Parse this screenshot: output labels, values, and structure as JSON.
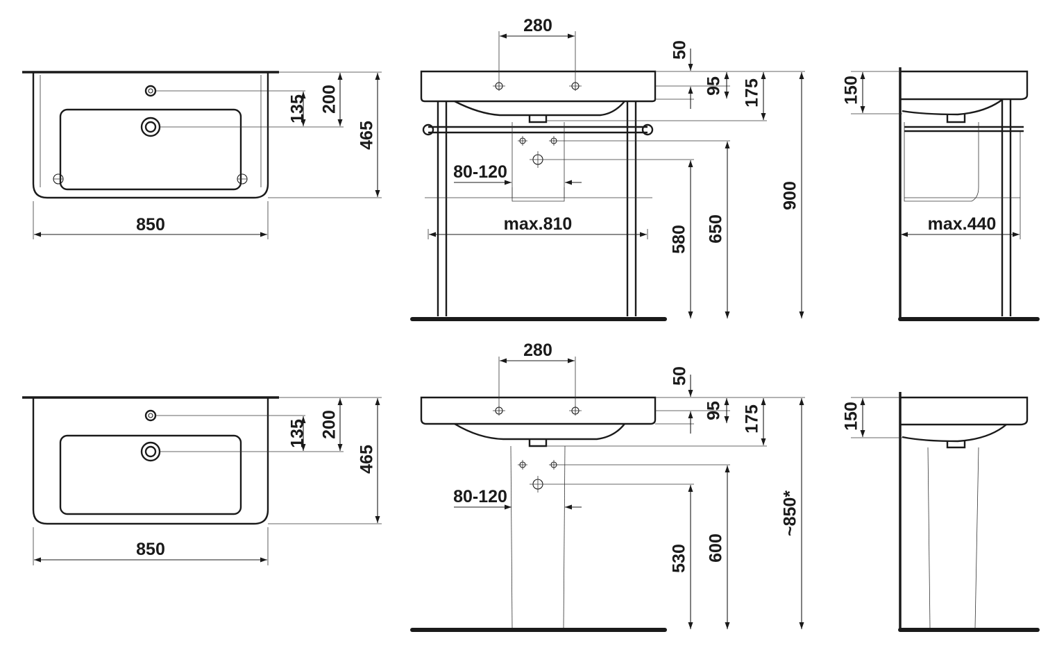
{
  "labels": {
    "top_width_hole_spacing": "280",
    "top_d50": "50",
    "top_d95": "95",
    "top_d175": "175",
    "top_d150": "150",
    "top_plan_135": "135",
    "top_plan_200": "200",
    "top_plan_465": "465",
    "top_plan_850": "850",
    "top_waste_range": "80-120",
    "top_max_width": "max.810",
    "top_max_depth": "max.440",
    "top_h580": "580",
    "top_h650": "650",
    "top_h900": "900",
    "bot_width_hole_spacing": "280",
    "bot_d50": "50",
    "bot_d95": "95",
    "bot_d175": "175",
    "bot_d150": "150",
    "bot_plan_135": "135",
    "bot_plan_200": "200",
    "bot_plan_465": "465",
    "bot_plan_850": "850",
    "bot_waste_range": "80-120",
    "bot_h530": "530",
    "bot_h600": "600",
    "bot_h850": "~850*"
  }
}
